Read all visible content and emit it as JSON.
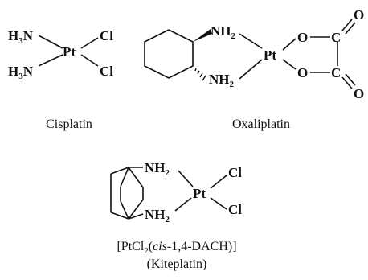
{
  "atoms": {
    "pt": "Pt",
    "n": "N",
    "h": "H",
    "h3": "3",
    "nh": "NH",
    "two": "2",
    "cl": "Cl",
    "o": "O",
    "c": "C"
  },
  "captions": {
    "cisplatin": "Cisplatin",
    "oxaliplatin": "Oxaliplatin",
    "kite_formula_pre": "[PtCl",
    "kite_formula_sub": "2",
    "kite_formula_open": "(",
    "kite_formula_cis": "cis",
    "kite_formula_post": "-1,4-DACH)]",
    "kiteplatin": "(Kiteplatin)"
  }
}
